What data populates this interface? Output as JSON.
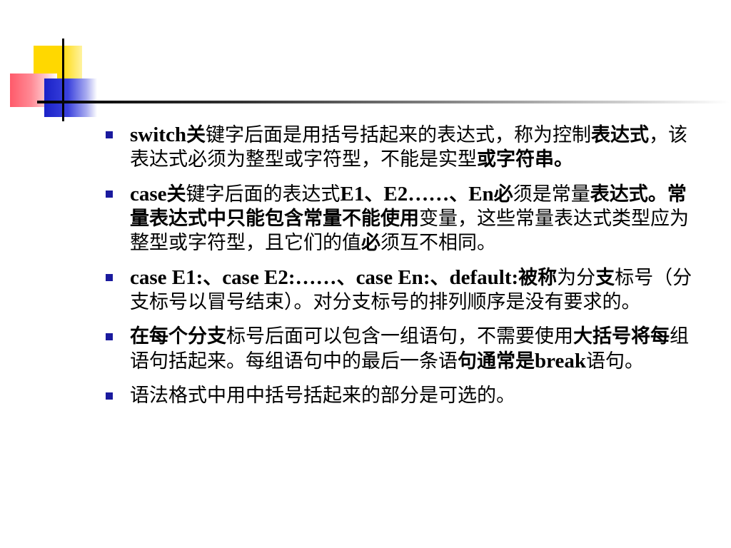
{
  "colors": {
    "ornament_yellow": "#ffd800",
    "ornament_red": "#ff5a6a",
    "ornament_blue": "#1a22c8",
    "bullet": "#1a1a9e"
  },
  "bullets": [
    {
      "segments": [
        {
          "text": "switch",
          "style": "lat"
        },
        {
          "text": "关",
          "style": "b"
        },
        {
          "text": "键字后面是用括号括起来的表达式，称为控制",
          "style": ""
        },
        {
          "text": "表达式",
          "style": "b"
        },
        {
          "text": "，该表达式必须为整型或字符型，不能是实型",
          "style": ""
        },
        {
          "text": "或字符串。",
          "style": "b"
        }
      ]
    },
    {
      "segments": [
        {
          "text": "case",
          "style": "lat"
        },
        {
          "text": "关",
          "style": "b"
        },
        {
          "text": "键字后面的表达式",
          "style": ""
        },
        {
          "text": "E1",
          "style": "lat"
        },
        {
          "text": "、",
          "style": "b"
        },
        {
          "text": "E2……",
          "style": "lat"
        },
        {
          "text": "、",
          "style": "b"
        },
        {
          "text": "En",
          "style": "lat"
        },
        {
          "text": "必",
          "style": "b"
        },
        {
          "text": "须是常量",
          "style": ""
        },
        {
          "text": "表达式。常量表达式中只能包含常量不能使用",
          "style": "b"
        },
        {
          "text": "变量，这些常量表达式类型应为整型或字符型，且它们的值",
          "style": ""
        },
        {
          "text": "必",
          "style": "b"
        },
        {
          "text": "须互不相同。",
          "style": ""
        }
      ]
    },
    {
      "segments": [
        {
          "text": "case E1:",
          "style": "lat"
        },
        {
          "text": "、",
          "style": "b"
        },
        {
          "text": "case E2:……",
          "style": "lat"
        },
        {
          "text": "、",
          "style": "b"
        },
        {
          "text": "case En:",
          "style": "lat"
        },
        {
          "text": "、",
          "style": "b"
        },
        {
          "text": "default:",
          "style": "lat"
        },
        {
          "text": "被称",
          "style": "b"
        },
        {
          "text": "为分",
          "style": ""
        },
        {
          "text": "支",
          "style": "b"
        },
        {
          "text": "标号（分支标号以冒号结束）。对分支标号的排列顺序是没有要求的。",
          "style": ""
        }
      ]
    },
    {
      "segments": [
        {
          "text": "在每个分支",
          "style": "b"
        },
        {
          "text": "标号后面可以包含一组语句，不需要使用",
          "style": ""
        },
        {
          "text": "大括号将每",
          "style": "b"
        },
        {
          "text": "组语句括起来。每组语句中的最后一条语",
          "style": ""
        },
        {
          "text": "句通常是",
          "style": "b"
        },
        {
          "text": "break",
          "style": "lat"
        },
        {
          "text": "语句。",
          "style": ""
        }
      ]
    },
    {
      "segments": [
        {
          "text": "语法格式中用中括号括起来的部分是可选的。",
          "style": ""
        }
      ]
    }
  ]
}
